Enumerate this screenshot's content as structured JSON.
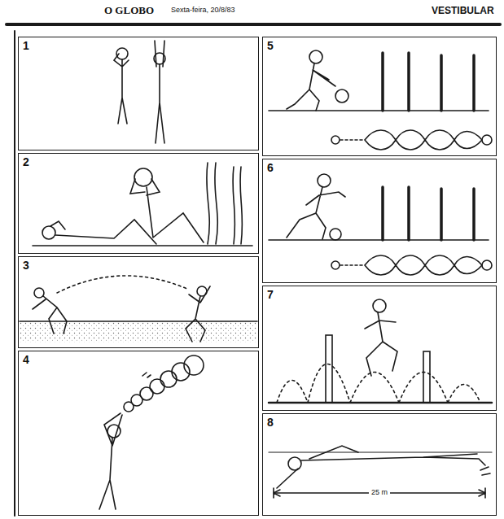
{
  "diagram": {
    "nodes": [
      {
        "text": [
          "1"
        ]
      },
      {
        "text": [
          "2"
        ]
      },
      {
        "text": [
          "3"
        ]
      },
      {
        "text": [
          "4"
        ]
      },
      {
        "text": [
          "5"
        ]
      },
      {
        "text": [
          "6"
        ]
      },
      {
        "text": [
          "7"
        ]
      },
      {
        "text": [
          "8"
        ]
      }
    ],
    "labels": [
      "O GLOBO",
      "Sexta-feira, 20/8/83",
      "VESTIBULAR",
      "25 m"
    ]
  }
}
